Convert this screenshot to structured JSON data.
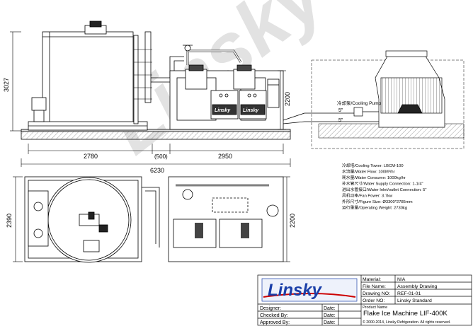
{
  "watermark": {
    "text": "Linsky"
  },
  "dimensions": {
    "front_height": "3027",
    "front_right_height": "2200",
    "len_tank": "2780",
    "len_gap": "(500)",
    "len_unit": "2950",
    "total_length": "6230",
    "plan_height": "2390",
    "plan_right_height": "2200"
  },
  "cooling_pump_label": "冷却泵/Cooling Pump",
  "pipe_sizes": {
    "upper": "5\"",
    "lower": "5\""
  },
  "specs": [
    "冷却塔/Cooling Tower: LBCM-100",
    "水流量/Water Flow: 100M³/hr",
    "耗水量/Water Consume: 1000kg/hr",
    "补水管尺寸/Water Supply Connection: 1-1/4\"",
    "进出水管接口/Water Inlet/outlet Connection: 5\"",
    "风机功率/Fan Power: 3.7kw",
    "外形尺寸/Figure Size: Ø3300*2785mm",
    "运行重量/Operating Weight: 2730kg"
  ],
  "unit_panels": {
    "left": "Linsky",
    "right": "Linsky"
  },
  "title_block": {
    "logo": "Linsky",
    "info_rows": [
      {
        "label": "Material:",
        "value": "N/A"
      },
      {
        "label": "File Name:",
        "value": "Assembly Drawing"
      },
      {
        "label": "Drawing NO:",
        "value": "REF-01-01"
      },
      {
        "label": "Order NO:",
        "value": "Linsky Standard"
      }
    ],
    "product_name_label": "Product Name",
    "product_name": "Flake Ice Machine LIF-400K",
    "copyright": "© 2000-2014, Linsky Refrigeration. All rights reserved.",
    "sign_rows": [
      {
        "label": "Designer:",
        "date_label": "Date:"
      },
      {
        "label": "Checked By:",
        "date_label": "Date:"
      },
      {
        "label": "Approved By:",
        "date_label": "Date:"
      }
    ]
  }
}
